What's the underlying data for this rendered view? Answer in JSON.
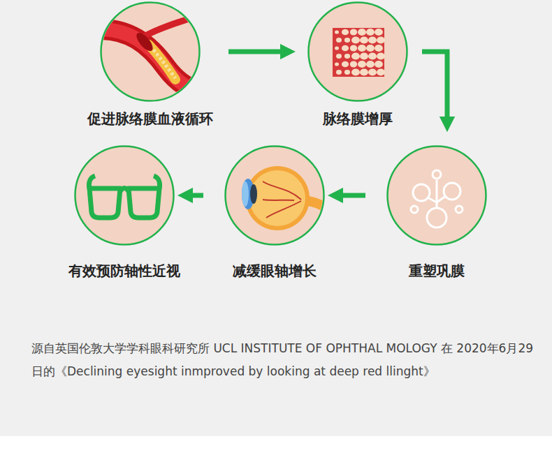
{
  "diagram": {
    "caption": "源自英国伦敦大学学科眼科研究所 UCL INSTITUTE OF OPHTHAL MOLOGY 在 2020年6月29日的《Declining eyesight inmproved by looking at deep red llinght》",
    "nodes": [
      {
        "text": [
          "促进脉络膜血液循环"
        ]
      },
      {
        "text": [
          "脉络膜增厚"
        ]
      },
      {
        "text": [
          "重塑巩膜"
        ]
      },
      {
        "text": [
          "减缓眼轴增长"
        ]
      },
      {
        "text": [
          "有效预防轴性近视"
        ]
      }
    ],
    "edges": [
      {
        "from": 0,
        "to": 1,
        "arrow": "to"
      },
      {
        "from": 1,
        "to": 2,
        "arrow": "to"
      },
      {
        "from": 2,
        "to": 3,
        "arrow": "to"
      },
      {
        "from": 3,
        "to": 4,
        "arrow": "to"
      }
    ]
  }
}
